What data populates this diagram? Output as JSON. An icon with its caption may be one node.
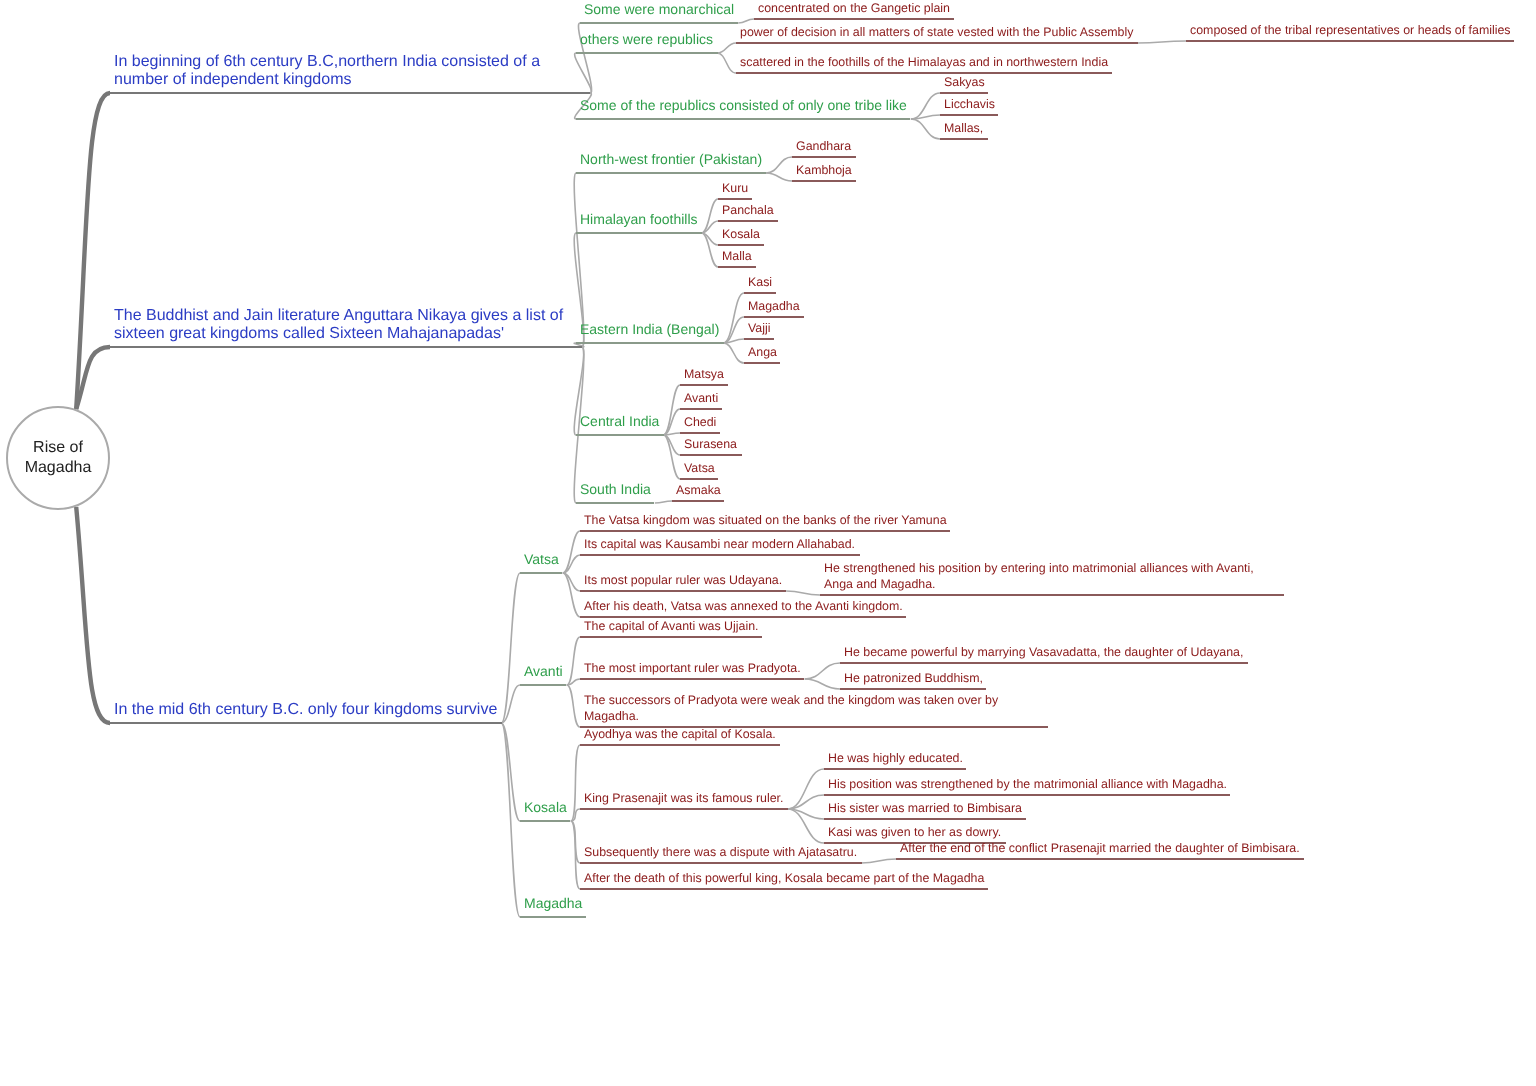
{
  "diagram": {
    "nodes": [
      {
        "text": [
          "Rise of Magadha"
        ]
      },
      {
        "text": [
          "In beginning of 6th century B.C,northern India consisted of a number of independent kingdoms"
        ]
      },
      {
        "text": [
          "Some were monarchical"
        ]
      },
      {
        "text": [
          "concentrated on the Gangetic plain"
        ]
      },
      {
        "text": [
          "others were republics"
        ]
      },
      {
        "text": [
          "power of decision in all matters of state vested with the Public Assembly"
        ]
      },
      {
        "text": [
          "composed of the tribal representatives or heads of families"
        ]
      },
      {
        "text": [
          "scattered in the foothills of the Himalayas and in northwestern India"
        ]
      },
      {
        "text": [
          "Some of the republics consisted of only one tribe like"
        ]
      },
      {
        "text": [
          "Sakyas"
        ]
      },
      {
        "text": [
          "Licchavis"
        ]
      },
      {
        "text": [
          "Mallas,"
        ]
      },
      {
        "text": [
          "The Buddhist and Jain literature Anguttara Nikaya gives a list of sixteen great kingdoms called Sixteen Mahajanapadas'"
        ]
      },
      {
        "text": [
          "North-west frontier (Pakistan)"
        ]
      },
      {
        "text": [
          "Gandhara"
        ]
      },
      {
        "text": [
          "Kambhoja"
        ]
      },
      {
        "text": [
          "Himalayan foothills"
        ]
      },
      {
        "text": [
          "Kuru"
        ]
      },
      {
        "text": [
          "Panchala"
        ]
      },
      {
        "text": [
          "Kosala"
        ]
      },
      {
        "text": [
          "Malla"
        ]
      },
      {
        "text": [
          "Eastern India (Bengal)"
        ]
      },
      {
        "text": [
          "Kasi"
        ]
      },
      {
        "text": [
          "Magadha"
        ]
      },
      {
        "text": [
          "Vajji"
        ]
      },
      {
        "text": [
          "Anga"
        ]
      },
      {
        "text": [
          "Central India"
        ]
      },
      {
        "text": [
          "Matsya"
        ]
      },
      {
        "text": [
          "Avanti"
        ]
      },
      {
        "text": [
          "Chedi"
        ]
      },
      {
        "text": [
          "Surasena"
        ]
      },
      {
        "text": [
          "Vatsa"
        ]
      },
      {
        "text": [
          "South India"
        ]
      },
      {
        "text": [
          "Asmaka"
        ]
      },
      {
        "text": [
          "In the mid 6th century B.C. only four kingdoms survive"
        ]
      },
      {
        "text": [
          "Vatsa"
        ]
      },
      {
        "text": [
          "The Vatsa kingdom was situated on the banks of the river Yamuna"
        ]
      },
      {
        "text": [
          "Its capital was Kausambi near modern Allahabad."
        ]
      },
      {
        "text": [
          "Its most popular ruler was Udayana."
        ]
      },
      {
        "text": [
          "He strengthened his position by entering into matrimonial alliances with Avanti, Anga and Magadha."
        ]
      },
      {
        "text": [
          "After his death, Vatsa was annexed to the Avanti kingdom."
        ]
      },
      {
        "text": [
          "Avanti"
        ]
      },
      {
        "text": [
          "The capital of Avanti was Ujjain."
        ]
      },
      {
        "text": [
          "The most important ruler was Pradyota."
        ]
      },
      {
        "text": [
          "He became powerful by marrying Vasavadatta, the daughter of Udayana,"
        ]
      },
      {
        "text": [
          "He patronized Buddhism,"
        ]
      },
      {
        "text": [
          "The successors of Pradyota were weak and the kingdom was taken over by Magadha."
        ]
      },
      {
        "text": [
          "Kosala"
        ]
      },
      {
        "text": [
          "Ayodhya was the capital of Kosala."
        ]
      },
      {
        "text": [
          "King Prasenajit was its famous ruler."
        ]
      },
      {
        "text": [
          "He was highly educated."
        ]
      },
      {
        "text": [
          "His position was strengthened by the matrimonial alliance with Magadha."
        ]
      },
      {
        "text": [
          "His sister was married to Bimbisara"
        ]
      },
      {
        "text": [
          "Kasi was given to her as dowry."
        ]
      },
      {
        "text": [
          "Subsequently there was a dispute with Ajatasatru."
        ]
      },
      {
        "text": [
          "After the end of the conflict Prasenajit married the daughter of Bimbisara."
        ]
      },
      {
        "text": [
          "After the death of this powerful king, Kosala became part of the Magadha"
        ]
      },
      {
        "text": [
          "Magadha"
        ]
      }
    ],
    "edges": [
      {
        "from": 0,
        "to": 1,
        "arrow": "none"
      },
      {
        "from": 1,
        "to": 2,
        "arrow": "none"
      },
      {
        "from": 2,
        "to": 3,
        "arrow": "none"
      },
      {
        "from": 1,
        "to": 4,
        "arrow": "none"
      },
      {
        "from": 4,
        "to": 5,
        "arrow": "none"
      },
      {
        "from": 5,
        "to": 6,
        "arrow": "none"
      },
      {
        "from": 4,
        "to": 7,
        "arrow": "none"
      },
      {
        "from": 1,
        "to": 8,
        "arrow": "none"
      },
      {
        "from": 8,
        "to": 9,
        "arrow": "none"
      },
      {
        "from": 8,
        "to": 10,
        "arrow": "none"
      },
      {
        "from": 8,
        "to": 11,
        "arrow": "none"
      },
      {
        "from": 0,
        "to": 12,
        "arrow": "none"
      },
      {
        "from": 12,
        "to": 13,
        "arrow": "none"
      },
      {
        "from": 13,
        "to": 14,
        "arrow": "none"
      },
      {
        "from": 13,
        "to": 15,
        "arrow": "none"
      },
      {
        "from": 12,
        "to": 16,
        "arrow": "none"
      },
      {
        "from": 16,
        "to": 17,
        "arrow": "none"
      },
      {
        "from": 16,
        "to": 18,
        "arrow": "none"
      },
      {
        "from": 16,
        "to": 19,
        "arrow": "none"
      },
      {
        "from": 16,
        "to": 20,
        "arrow": "none"
      },
      {
        "from": 12,
        "to": 21,
        "arrow": "none"
      },
      {
        "from": 21,
        "to": 22,
        "arrow": "none"
      },
      {
        "from": 21,
        "to": 23,
        "arrow": "none"
      },
      {
        "from": 21,
        "to": 24,
        "arrow": "none"
      },
      {
        "from": 21,
        "to": 25,
        "arrow": "none"
      },
      {
        "from": 12,
        "to": 26,
        "arrow": "none"
      },
      {
        "from": 26,
        "to": 27,
        "arrow": "none"
      },
      {
        "from": 26,
        "to": 28,
        "arrow": "none"
      },
      {
        "from": 26,
        "to": 29,
        "arrow": "none"
      },
      {
        "from": 26,
        "to": 30,
        "arrow": "none"
      },
      {
        "from": 26,
        "to": 31,
        "arrow": "none"
      },
      {
        "from": 12,
        "to": 32,
        "arrow": "none"
      },
      {
        "from": 32,
        "to": 33,
        "arrow": "none"
      },
      {
        "from": 0,
        "to": 34,
        "arrow": "none"
      },
      {
        "from": 34,
        "to": 35,
        "arrow": "none"
      },
      {
        "from": 35,
        "to": 36,
        "arrow": "none"
      },
      {
        "from": 35,
        "to": 37,
        "arrow": "none"
      },
      {
        "from": 35,
        "to": 38,
        "arrow": "none"
      },
      {
        "from": 38,
        "to": 39,
        "arrow": "none"
      },
      {
        "from": 35,
        "to": 40,
        "arrow": "none"
      },
      {
        "from": 34,
        "to": 41,
        "arrow": "none"
      },
      {
        "from": 41,
        "to": 42,
        "arrow": "none"
      },
      {
        "from": 41,
        "to": 43,
        "arrow": "none"
      },
      {
        "from": 43,
        "to": 44,
        "arrow": "none"
      },
      {
        "from": 43,
        "to": 45,
        "arrow": "none"
      },
      {
        "from": 41,
        "to": 46,
        "arrow": "none"
      },
      {
        "from": 34,
        "to": 47,
        "arrow": "none"
      },
      {
        "from": 47,
        "to": 48,
        "arrow": "none"
      },
      {
        "from": 47,
        "to": 49,
        "arrow": "none"
      },
      {
        "from": 49,
        "to": 50,
        "arrow": "none"
      },
      {
        "from": 49,
        "to": 51,
        "arrow": "none"
      },
      {
        "from": 49,
        "to": 52,
        "arrow": "none"
      },
      {
        "from": 49,
        "to": 53,
        "arrow": "none"
      },
      {
        "from": 47,
        "to": 54,
        "arrow": "none"
      },
      {
        "from": 54,
        "to": 55,
        "arrow": "none"
      },
      {
        "from": 47,
        "to": 56,
        "arrow": "none"
      },
      {
        "from": 34,
        "to": 57,
        "arrow": "none"
      }
    ]
  }
}
